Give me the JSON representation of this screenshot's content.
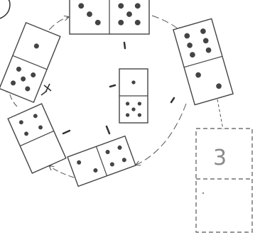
{
  "puzzle": {
    "title": "",
    "dominoes": [
      {
        "id": "top",
        "top_pips": 3,
        "bottom_pips": 5
      },
      {
        "id": "right-upper",
        "top_pips": 6,
        "bottom_pips": 2
      },
      {
        "id": "upper-left",
        "top_pips": 1,
        "bottom_pips": 5
      },
      {
        "id": "center",
        "top_pips": 1,
        "bottom_pips": 5
      },
      {
        "id": "left",
        "top_pips": 4,
        "bottom_pips": 0
      },
      {
        "id": "bottom",
        "top_pips": 2,
        "bottom_pips": 4
      }
    ],
    "answer_domino": {
      "top_text": "3",
      "bottom_text": ""
    },
    "colors": {
      "ink": "#444444",
      "pencil": "#8a8a8a"
    }
  }
}
